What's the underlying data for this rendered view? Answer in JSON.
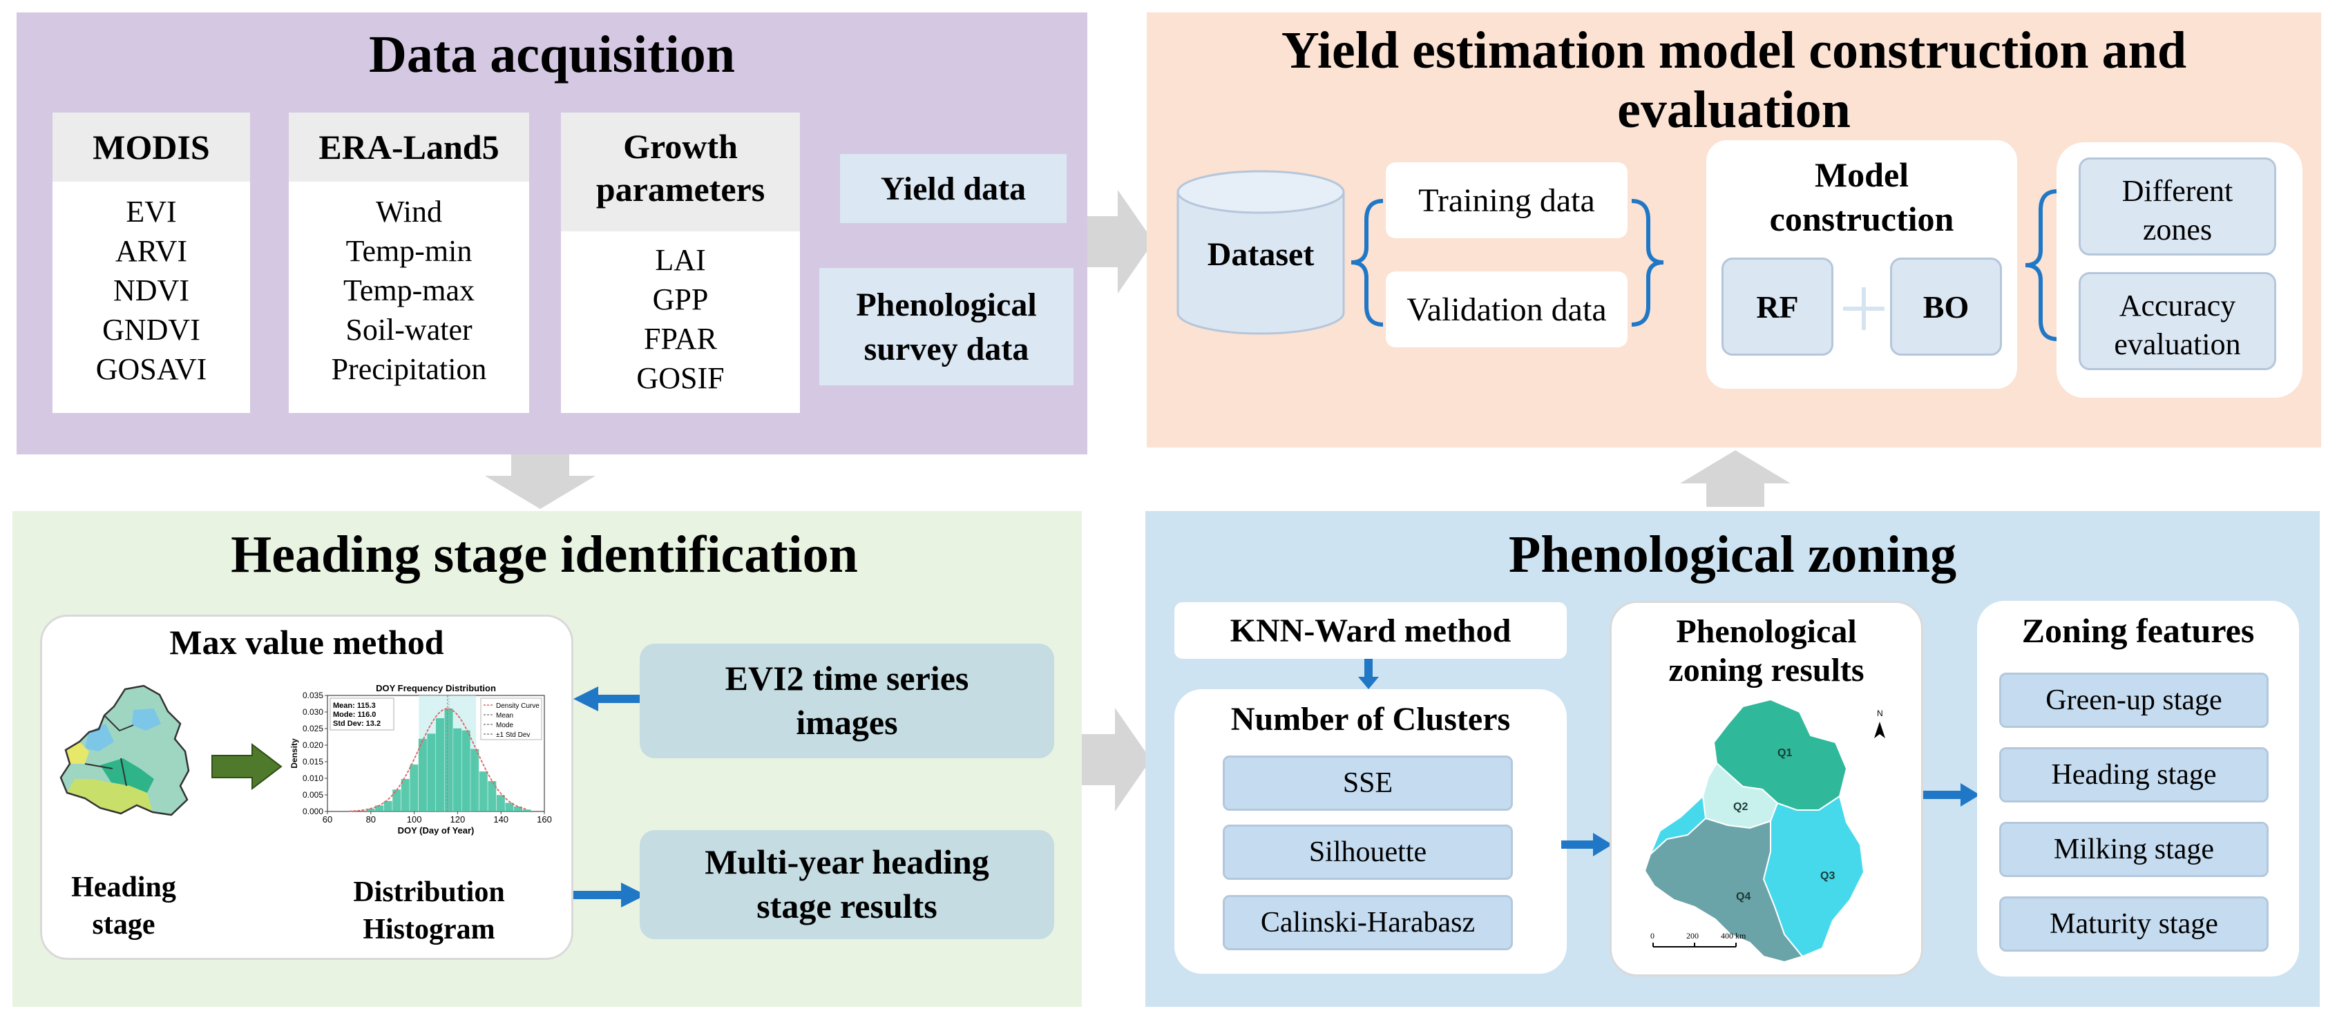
{
  "data_acquisition": {
    "title": "Data acquisition",
    "modis": {
      "header": "MODIS",
      "items": [
        "EVI",
        "ARVI",
        "NDVI",
        "GNDVI",
        "GOSAVI"
      ]
    },
    "era": {
      "header": "ERA-Land5",
      "items": [
        "Wind",
        "Temp-min",
        "Temp-max",
        "Soil-water",
        "Precipitation"
      ]
    },
    "growth": {
      "header_l1": "Growth",
      "header_l2": "parameters",
      "items": [
        "LAI",
        "GPP",
        "FPAR",
        "GOSIF"
      ]
    },
    "yield": "Yield data",
    "survey_l1": "Phenological",
    "survey_l2": "survey data"
  },
  "yield_model": {
    "title_l1": "Yield estimation model construction and",
    "title_l2": "evaluation",
    "dataset": "Dataset",
    "training": "Training data",
    "validation": "Validation data",
    "model_l1": "Model",
    "model_l2": "construction",
    "rf": "RF",
    "bo": "BO",
    "zones_l1": "Different",
    "zones_l2": "zones",
    "accuracy_l1": "Accuracy",
    "accuracy_l2": "evaluation"
  },
  "heading": {
    "title": "Heading stage identification",
    "method": "Max value method",
    "stage_l1": "Heading",
    "stage_l2": "stage",
    "hist_l1": "Distribution",
    "hist_l2": "Histogram",
    "evi2_l1": "EVI2 time series",
    "evi2_l2": "images",
    "multi_l1": "Multi-year heading",
    "multi_l2": "stage results"
  },
  "zoning": {
    "title": "Phenological zoning",
    "knn": "KNN-Ward method",
    "clusters": "Number of Clusters",
    "metrics": [
      "SSE",
      "Silhouette",
      "Calinski-Harabasz"
    ],
    "results_l1": "Phenological",
    "results_l2": "zoning results",
    "features_title": "Zoning features",
    "features": [
      "Green-up stage",
      "Heading stage",
      "Milking stage",
      "Maturity stage"
    ],
    "zones": [
      "Q1",
      "Q2",
      "Q3",
      "Q4"
    ],
    "scale": [
      "0",
      "200",
      "400 km"
    ],
    "north": "N"
  },
  "chart_data": {
    "type": "area",
    "title": "DOY Frequency Distribution",
    "xlabel": "DOY (Day of Year)",
    "ylabel": "Density",
    "xlim": [
      60,
      160
    ],
    "ylim": [
      0,
      0.035
    ],
    "xticks": [
      60,
      80,
      100,
      120,
      140,
      160
    ],
    "yticks": [
      0.0,
      0.005,
      0.01,
      0.015,
      0.02,
      0.025,
      0.03,
      0.035
    ],
    "stats": [
      "Mean: 115.3",
      "Mode: 116.0",
      "Std Dev: 13.2"
    ],
    "legend": [
      "Density Curve",
      "Mean",
      "Mode",
      "±1 Std Dev"
    ],
    "mean": 115.3,
    "mode": 116.0,
    "std": 13.2,
    "peak": 0.031,
    "colors": {
      "fill": "#3dbf9d",
      "curve": "#e06060"
    }
  },
  "colors": {
    "purple": "#d5c8e3",
    "peach": "#fbe2d3",
    "green": "#e9f3e1",
    "blue": "#cde3f1",
    "chip_blue": "#d8e6f2",
    "teal_box": "#c4dce2",
    "arrow_blue": "#1f77c6",
    "gray_arrow": "#d6d6d6"
  }
}
